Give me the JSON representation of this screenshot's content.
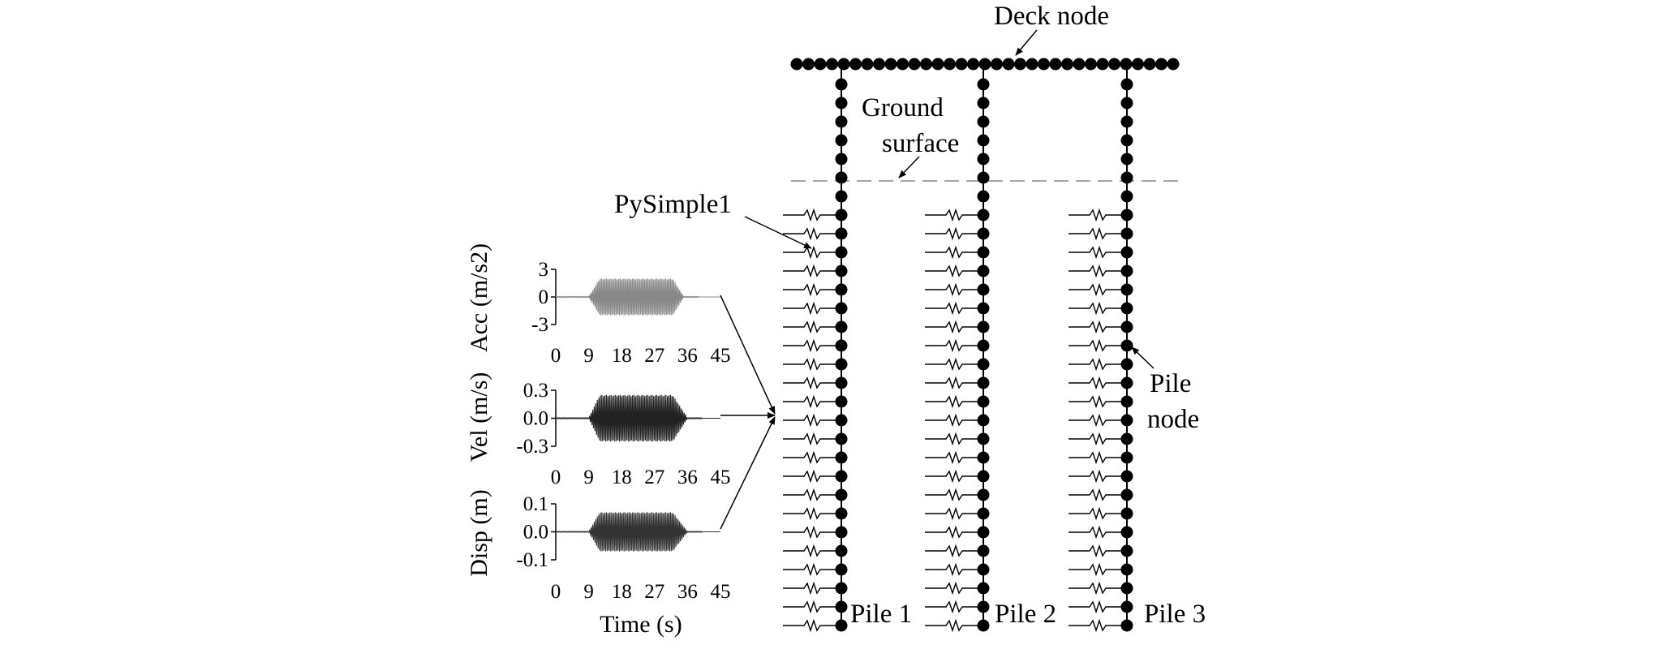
{
  "labels": {
    "deck_node": "Deck node",
    "ground_surface_line1": "Ground",
    "ground_surface_line2": "surface",
    "pysimple": "PySimple1",
    "pile_node_line1": "Pile",
    "pile_node_line2": "node",
    "pile1": "Pile 1",
    "pile2": "Pile 2",
    "pile3": "Pile 3"
  },
  "colors": {
    "node": "#000000",
    "ground_line": "#a6a6a6",
    "acc_signal": "#888888",
    "vel_signal": "#222222",
    "disp_signal": "#333333"
  },
  "chart_data": [
    {
      "type": "line",
      "ylabel": "Acc (m/s2)",
      "xlabel": "",
      "x_ticks": [
        "0",
        "9",
        "18",
        "27",
        "36",
        "45"
      ],
      "y_ticks": [
        "3",
        "0",
        "-3"
      ],
      "xlim": [
        0,
        45
      ],
      "ylim": [
        -3,
        3
      ],
      "envelope": {
        "start": 9,
        "ramp_up_end": 12,
        "ramp_down_start": 32,
        "end": 35,
        "amplitude": 2
      }
    },
    {
      "type": "line",
      "ylabel": "Vel (m/s)",
      "xlabel": "",
      "x_ticks": [
        "0",
        "9",
        "18",
        "27",
        "36",
        "45"
      ],
      "y_ticks": [
        "0.3",
        "0.0",
        "-0.3"
      ],
      "xlim": [
        0,
        45
      ],
      "ylim": [
        -0.3,
        0.3
      ],
      "envelope": {
        "start": 9,
        "ramp_up_end": 12,
        "ramp_down_start": 32,
        "end": 36,
        "amplitude": 0.25
      }
    },
    {
      "type": "line",
      "ylabel": "Disp (m)",
      "xlabel": "Time (s)",
      "x_ticks": [
        "0",
        "9",
        "18",
        "27",
        "36",
        "45"
      ],
      "y_ticks": [
        "0.1",
        "0.0",
        "-0.1"
      ],
      "xlim": [
        0,
        45
      ],
      "ylim": [
        -0.1,
        0.1
      ],
      "envelope": {
        "start": 9,
        "ramp_up_end": 12,
        "ramp_down_start": 32,
        "end": 36,
        "amplitude": 0.07
      }
    }
  ]
}
